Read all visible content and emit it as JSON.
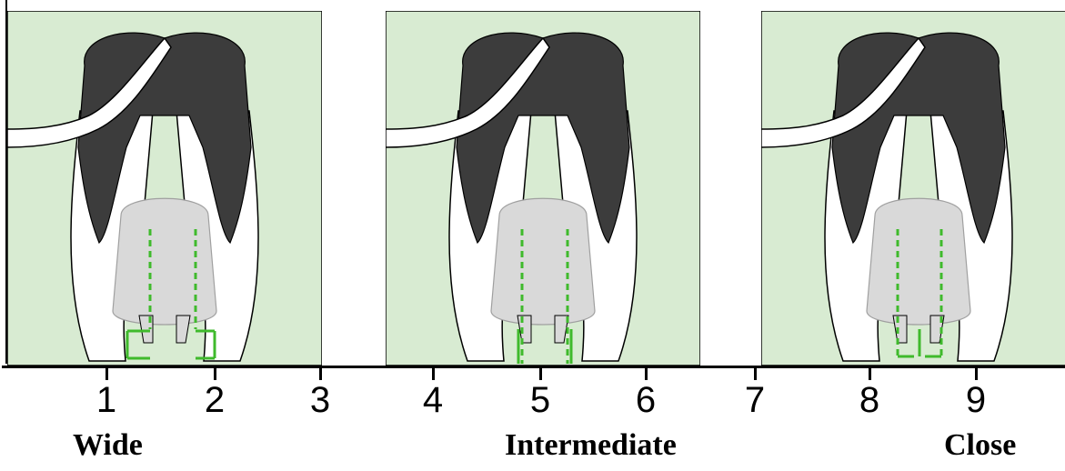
{
  "scale": {
    "ticks": [
      "1",
      "2",
      "3",
      "4",
      "5",
      "6",
      "7",
      "8",
      "9"
    ]
  },
  "categories": {
    "wide": "Wide",
    "intermediate": "Intermediate",
    "close": "Close"
  },
  "colors": {
    "panel_background": "#d8ebd2",
    "guide_green": "#3fba2c",
    "dark_patch": "#3c3c3c",
    "udder_gray": "#d9d9d9",
    "outline": "#000000"
  },
  "panels": [
    {
      "id": "wide",
      "teat_placement": "wide"
    },
    {
      "id": "intermediate",
      "teat_placement": "intermediate"
    },
    {
      "id": "close",
      "teat_placement": "close"
    }
  ]
}
